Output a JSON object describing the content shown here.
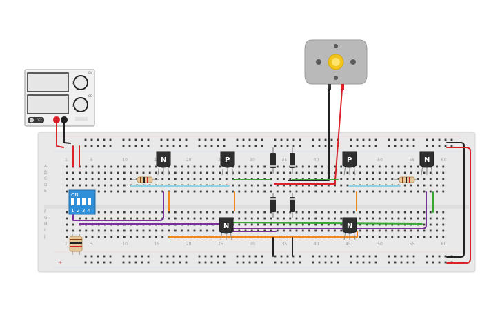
{
  "power_supply": {
    "off_label": "OFF",
    "knob_labels": [
      "CC",
      "CV"
    ],
    "range_labels": [
      "0",
      "0"
    ]
  },
  "breadboard": {
    "column_numbers": [
      "1",
      "5",
      "10",
      "15",
      "20",
      "25",
      "30",
      "35",
      "40",
      "45",
      "50",
      "55",
      "60"
    ],
    "rows_top": [
      "A",
      "B",
      "C",
      "D",
      "E"
    ],
    "rows_bottom": [
      "F",
      "G",
      "H",
      "I",
      "J"
    ],
    "rail_mark": "+"
  },
  "transistors": [
    {
      "id": "t1",
      "type": "N"
    },
    {
      "id": "t2",
      "type": "P"
    },
    {
      "id": "t3",
      "type": "P"
    },
    {
      "id": "t4",
      "type": "N"
    },
    {
      "id": "t5",
      "type": "N"
    },
    {
      "id": "t6",
      "type": "N"
    }
  ],
  "dip_switch": {
    "title": "ON",
    "labels": [
      "1",
      "2",
      "3",
      "4"
    ]
  },
  "colors": {
    "wire_red": "#d9232a",
    "wire_black": "#222222",
    "wire_green": "#3aa635",
    "wire_orange": "#f08a1c",
    "wire_purple": "#7a2f9a",
    "wire_lightblue": "#8fd2e6",
    "dip_blue": "#2f8fd8",
    "motor_body": "#b9b9b9",
    "motor_gear": "#f2c41c"
  }
}
